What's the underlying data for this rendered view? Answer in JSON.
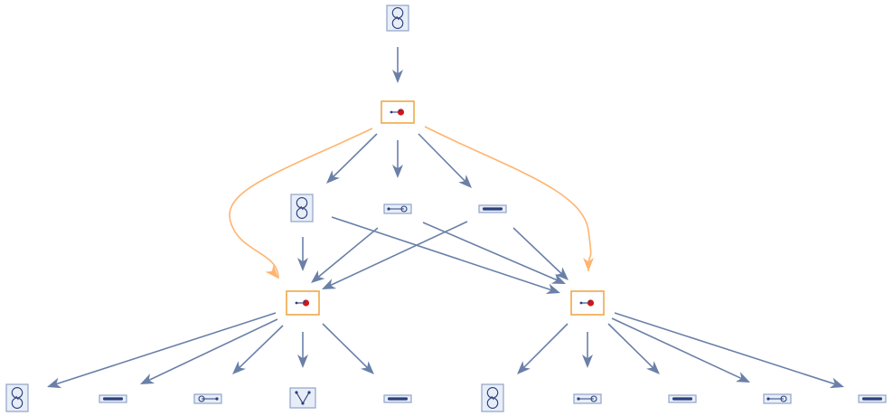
{
  "diagram": {
    "colors": {
      "edge": "#6a80a8",
      "highlight": "#ffb470",
      "box_frame": "#f0a848",
      "node_frame": "#8fa3c8"
    },
    "nodes": [
      {
        "id": "top",
        "icon": "double-loop-icon",
        "kind": "plain"
      },
      {
        "id": "p1",
        "icon": "product-icon",
        "kind": "product"
      },
      {
        "id": "m1",
        "icon": "double-loop-icon",
        "kind": "plain"
      },
      {
        "id": "m2",
        "icon": "edge-loop-icon",
        "kind": "plain"
      },
      {
        "id": "m3",
        "icon": "thick-bar-icon",
        "kind": "plain"
      },
      {
        "id": "pl",
        "icon": "product-icon",
        "kind": "product"
      },
      {
        "id": "pr",
        "icon": "product-icon",
        "kind": "product"
      },
      {
        "id": "l1",
        "icon": "double-loop-icon",
        "kind": "plain"
      },
      {
        "id": "l2",
        "icon": "thick-bar-icon",
        "kind": "plain"
      },
      {
        "id": "l3",
        "icon": "loop-edge-icon",
        "kind": "plain"
      },
      {
        "id": "l4",
        "icon": "vee-icon",
        "kind": "plain"
      },
      {
        "id": "l5",
        "icon": "thick-bar-icon",
        "kind": "plain"
      },
      {
        "id": "r1",
        "icon": "double-loop-icon",
        "kind": "plain"
      },
      {
        "id": "r2",
        "icon": "edge-loop-icon",
        "kind": "plain"
      },
      {
        "id": "r3",
        "icon": "thick-bar-icon",
        "kind": "plain"
      },
      {
        "id": "r4",
        "icon": "edge-loop-icon",
        "kind": "plain"
      },
      {
        "id": "r5",
        "icon": "thick-bar-icon",
        "kind": "plain"
      }
    ],
    "edges": [
      {
        "from": "top",
        "to": "p1",
        "style": "normal"
      },
      {
        "from": "p1",
        "to": "m1",
        "style": "normal"
      },
      {
        "from": "p1",
        "to": "m2",
        "style": "normal"
      },
      {
        "from": "p1",
        "to": "m3",
        "style": "normal"
      },
      {
        "from": "p1",
        "to": "pl",
        "style": "highlight"
      },
      {
        "from": "p1",
        "to": "pr",
        "style": "highlight"
      },
      {
        "from": "m1",
        "to": "pl",
        "style": "normal"
      },
      {
        "from": "m1",
        "to": "pr",
        "style": "normal"
      },
      {
        "from": "m2",
        "to": "pl",
        "style": "normal"
      },
      {
        "from": "m2",
        "to": "pr",
        "style": "normal"
      },
      {
        "from": "m3",
        "to": "pl",
        "style": "normal"
      },
      {
        "from": "m3",
        "to": "pr",
        "style": "normal"
      },
      {
        "from": "pl",
        "to": "l1",
        "style": "normal"
      },
      {
        "from": "pl",
        "to": "l2",
        "style": "normal"
      },
      {
        "from": "pl",
        "to": "l3",
        "style": "normal"
      },
      {
        "from": "pl",
        "to": "l4",
        "style": "normal"
      },
      {
        "from": "pl",
        "to": "l5",
        "style": "normal"
      },
      {
        "from": "pr",
        "to": "r1",
        "style": "normal"
      },
      {
        "from": "pr",
        "to": "r2",
        "style": "normal"
      },
      {
        "from": "pr",
        "to": "r3",
        "style": "normal"
      },
      {
        "from": "pr",
        "to": "r4",
        "style": "normal"
      },
      {
        "from": "pr",
        "to": "r5",
        "style": "normal"
      }
    ]
  }
}
